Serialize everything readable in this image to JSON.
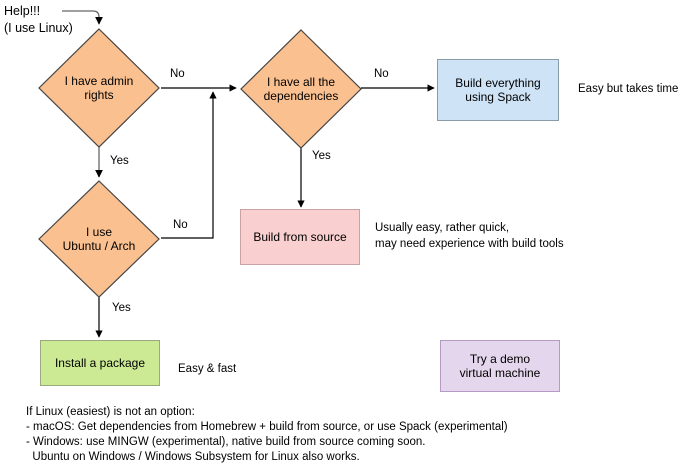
{
  "diagram": {
    "type": "flowchart",
    "title_note": "Help!!!",
    "subtitle_note": "(I use Linux)",
    "colors": {
      "decision_fill": "#fac090",
      "decision_stroke": "#444444",
      "blue_fill": "#cfe3f7",
      "blue_stroke": "#8a9ba8",
      "pink_fill": "#f9cfcf",
      "pink_stroke": "#c9a3a3",
      "green_fill": "#ccea93",
      "green_stroke": "#9aa87e",
      "purple_fill": "#e4d6ec",
      "purple_stroke": "#b49ac4",
      "edge_stroke": "#000000",
      "text": "#000000"
    },
    "entry": {
      "label": "Help!!!",
      "sub_label": "(I use Linux)"
    },
    "decisions": [
      {
        "id": "admin",
        "line1": "I have admin",
        "line2": "rights"
      },
      {
        "id": "distro",
        "line1": "I use",
        "line2": "Ubuntu / Arch"
      },
      {
        "id": "deps",
        "line1": "I have all the",
        "line2": "dependencies"
      }
    ],
    "terminals": [
      {
        "id": "spack",
        "line1": "Build everything",
        "line2": "using Spack",
        "color": "blue"
      },
      {
        "id": "source",
        "line1": "Build from source",
        "line2": "",
        "color": "pink"
      },
      {
        "id": "package",
        "line1": "Install a package",
        "line2": "",
        "color": "green"
      },
      {
        "id": "demo",
        "line1": "Try a demo",
        "line2": "virtual machine",
        "color": "purple"
      }
    ],
    "edge_labels": {
      "admin_no": "No",
      "admin_yes": "Yes",
      "distro_no": "No",
      "distro_yes": "Yes",
      "deps_no": "No",
      "deps_yes": "Yes"
    },
    "annotations": {
      "spack_note": "Easy but takes time",
      "source_note_line1": "Usually easy, rather quick,",
      "source_note_line2": "may need experience with build tools",
      "package_note": "Easy & fast"
    },
    "footer": {
      "line1": "If Linux (easiest) is not an option:",
      "line2": "- macOS: Get dependencies from Homebrew + build from source, or use Spack (experimental)",
      "line3": "- Windows: use MINGW (experimental), native build from source coming soon.",
      "line4": "  Ubuntu on Windows / Windows Subsystem for Linux also works."
    }
  }
}
